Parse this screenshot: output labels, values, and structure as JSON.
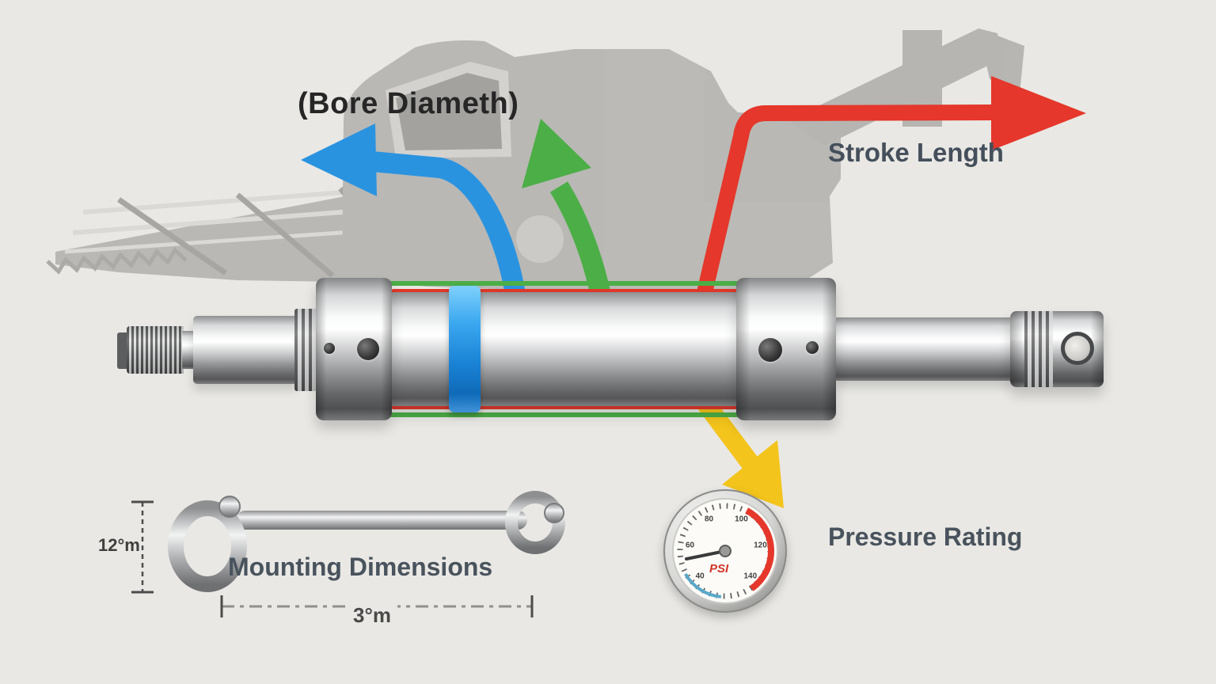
{
  "canvas": {
    "background": "#e9e8e4"
  },
  "labels": {
    "bore_diameter": "(Bore Diameth)",
    "stroke_length": "Stroke Length",
    "mounting_dimensions": "Mounting Dimensions",
    "pressure_rating": "Pressure Rating"
  },
  "annotations": {
    "pin_height_dim": "12°m",
    "pin_length_dim": "3°m"
  },
  "gauge": {
    "unit_label": "PSI",
    "tick_numbers": [
      "40",
      "60",
      "80",
      "100",
      "120",
      "140"
    ]
  },
  "colors": {
    "blue": "#2a93e0",
    "green": "#4cae47",
    "red": "#e5372b",
    "yellow": "#f3c41c",
    "silhouette": "#b6b5b2",
    "label_dark": "#262626",
    "label_gray": "#49535d"
  }
}
